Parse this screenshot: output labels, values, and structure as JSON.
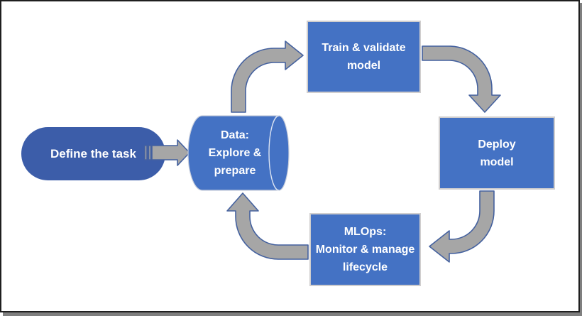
{
  "colors": {
    "canvas-bg": "#ffffff",
    "frame-border": "#1f1f1f",
    "shadow": "#7f7f7f",
    "pill-fill": "#3c5da9",
    "node-fill": "#4472c4",
    "node-stroke": "#d0cece",
    "cyl-stroke": "#c9cfdc",
    "cylinder-seam": "#dce4f2",
    "arrow-fill": "#a6a6a6",
    "arrow-stroke": "#44619f",
    "text": "#ffffff"
  },
  "nodes": {
    "define_task": {
      "label": "Define the task",
      "shape": "pill"
    },
    "data": {
      "line1": "Data:",
      "line2": "Explore &",
      "line3": "prepare",
      "shape": "cylinder"
    },
    "train": {
      "line1": "Train & validate",
      "line2": "model",
      "shape": "rectangle"
    },
    "deploy": {
      "line1": "Deploy",
      "line2": "model",
      "shape": "rectangle"
    },
    "mlops": {
      "line1": "MLOps:",
      "line2": "Monitor & manage",
      "line3": "lifecycle",
      "shape": "rectangle"
    }
  },
  "connectors": {
    "define_to_data": "striped-right-arrow",
    "data_to_train": "bent-up-right-arrow",
    "train_to_deploy": "bent-right-down-arrow",
    "deploy_to_mlops": "bent-down-left-arrow",
    "mlops_to_data": "bent-left-up-arrow"
  }
}
